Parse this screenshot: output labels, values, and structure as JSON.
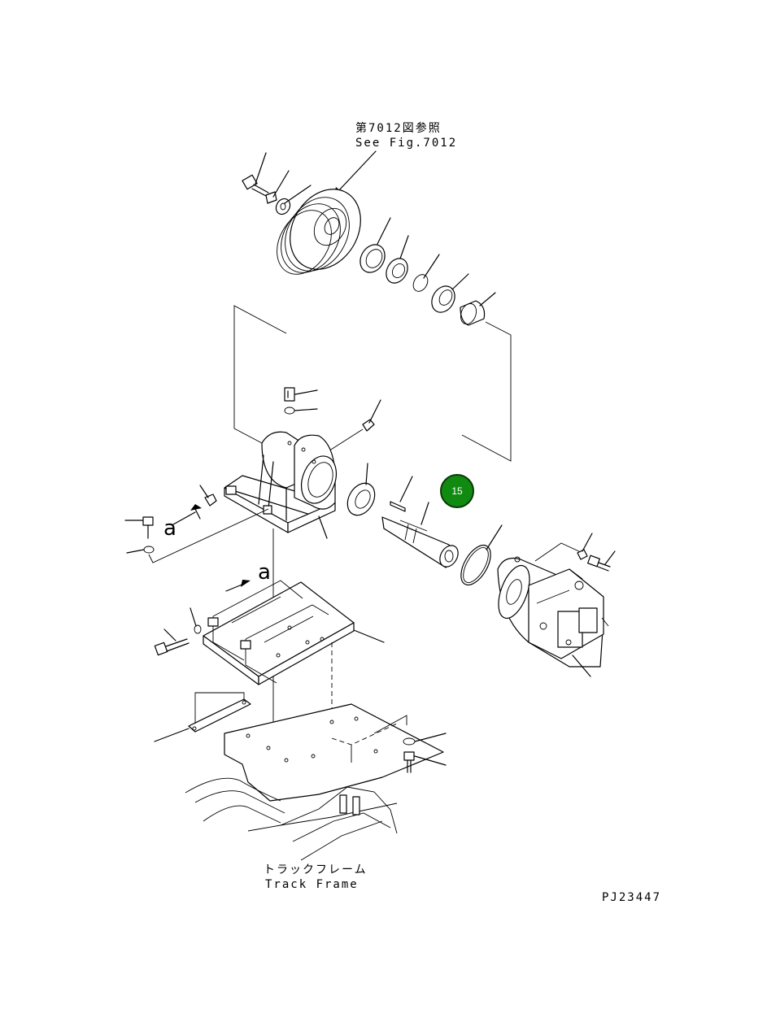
{
  "labels": {
    "fig_ref_jp": "第7012図参照",
    "fig_ref_en": "See Fig.7012",
    "view_a_1": "a",
    "view_a_2": "a",
    "frame_jp": "トラックフレーム",
    "frame_en": "Track Frame",
    "drawing_code": "PJ23447"
  },
  "callout": {
    "number": "15",
    "color": "#118a11",
    "border_color": "#0a3a0a"
  }
}
